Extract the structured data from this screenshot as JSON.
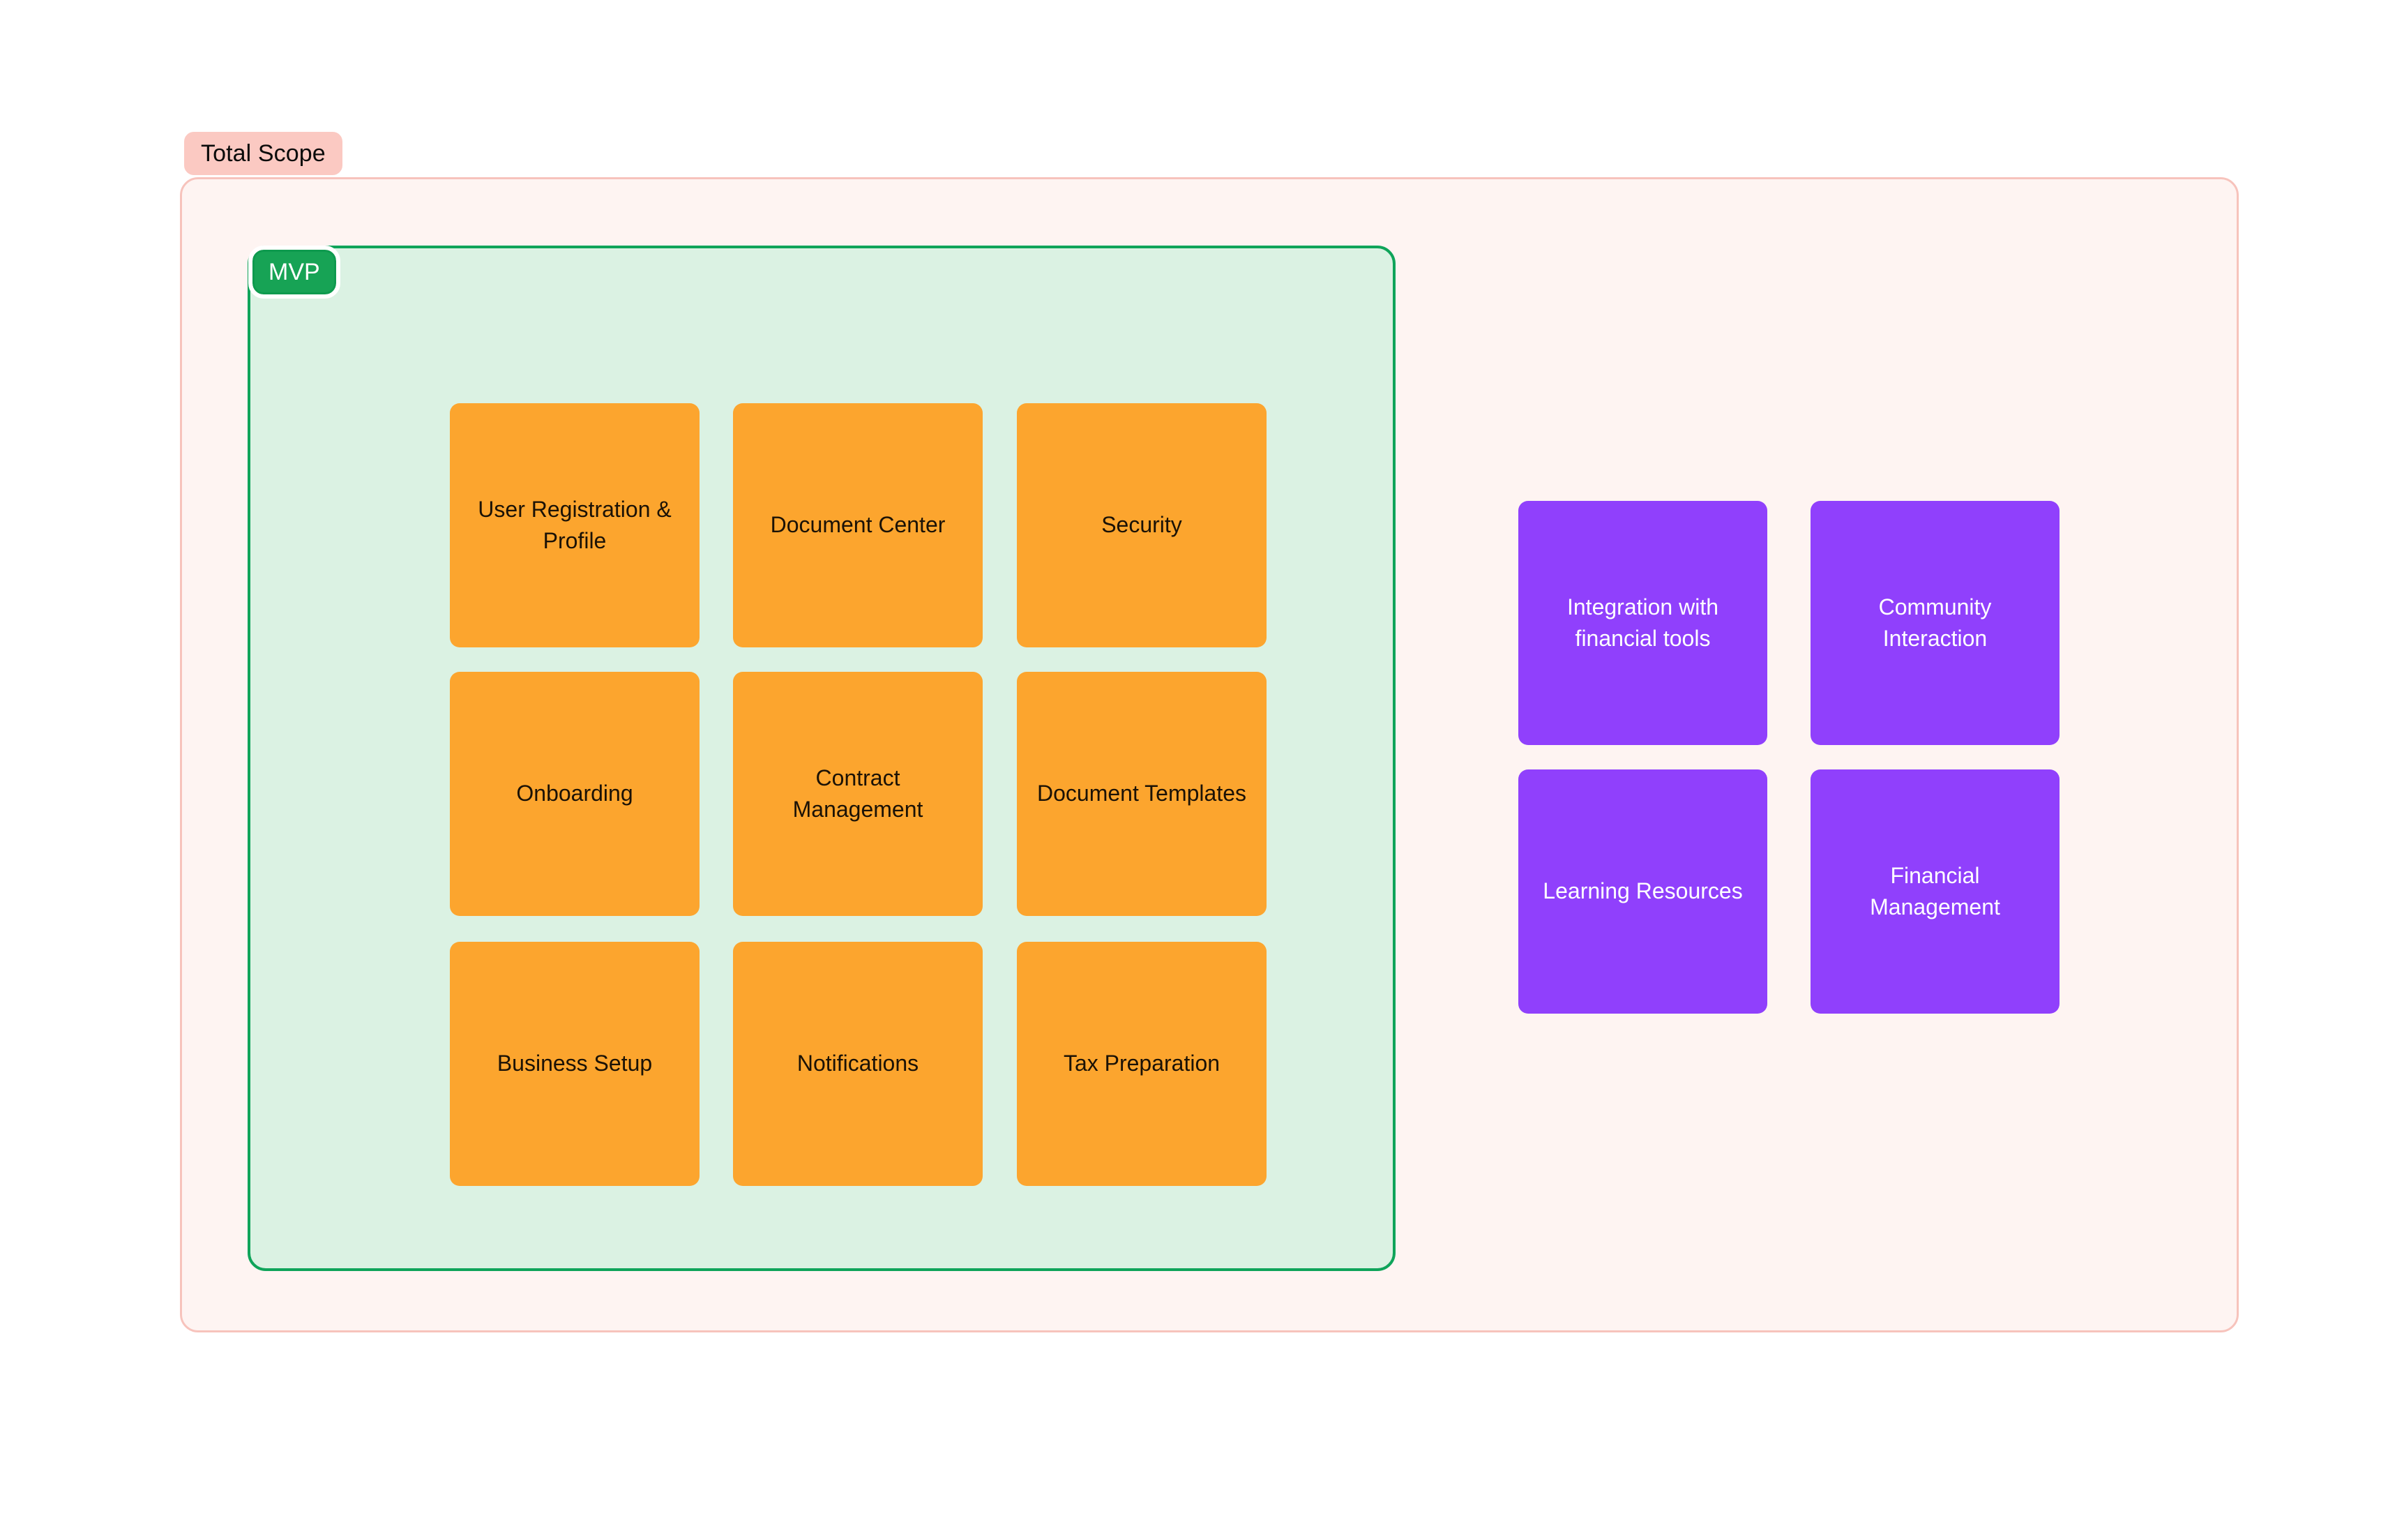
{
  "diagram": {
    "type": "scope-board",
    "colors": {
      "page_background": "#FFFFFF",
      "scope_fill": "#FEF4F2",
      "scope_border": "#F7C3BC",
      "scope_badge_fill": "#FBC9C2",
      "scope_badge_text": "#0B0B0B",
      "mvp_fill": "#DBF2E3",
      "mvp_border": "#0FA45A",
      "mvp_badge_fill": "#17A355",
      "mvp_badge_text": "#FFFFFF",
      "card_orange": "#FCA52E",
      "card_orange_text": "#1B1206",
      "card_purple": "#9040FC",
      "card_purple_text": "#FFFFFF"
    },
    "scope_group": {
      "badge_label": "Total Scope"
    },
    "mvp_group": {
      "badge_label": "MVP",
      "cards": [
        {
          "label": "User Registration & Profile"
        },
        {
          "label": "Document Center"
        },
        {
          "label": "Security"
        },
        {
          "label": "Onboarding"
        },
        {
          "label": "Contract Management"
        },
        {
          "label": "Document Templates"
        },
        {
          "label": "Business Setup"
        },
        {
          "label": "Notifications"
        },
        {
          "label": "Tax Preparation"
        }
      ]
    },
    "out_of_mvp": {
      "cards": [
        {
          "label": "Integration with financial tools"
        },
        {
          "label": "Community Interaction"
        },
        {
          "label": "Learning Resources"
        },
        {
          "label": "Financial Management"
        }
      ]
    }
  }
}
